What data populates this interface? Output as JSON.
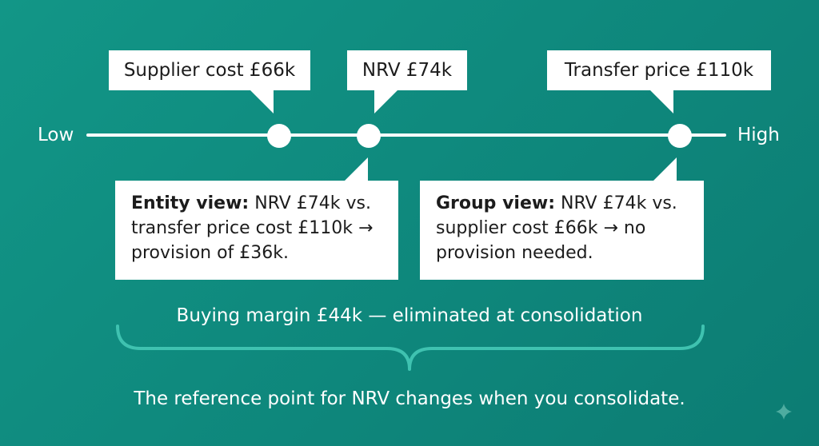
{
  "axis": {
    "low_label": "Low",
    "high_label": "High"
  },
  "top_callouts": {
    "supplier_cost": "Supplier cost £66k",
    "nrv": "NRV £74k",
    "transfer_price": "Transfer price £110k"
  },
  "entity_view": {
    "heading": "Entity view:",
    "body": " NRV £74k vs. transfer price cost £110k → provision of £36k."
  },
  "group_view": {
    "heading": "Group view:",
    "body": " NRV £74k vs. supplier cost £66k → no provision needed."
  },
  "margin": {
    "label": "Buying margin £44k — eliminated at consolidation"
  },
  "footer": {
    "text": "The reference point for NRV changes when you consolidate."
  },
  "colors": {
    "background": "#0f8a7e",
    "brace": "#3fc2b0",
    "callout": "#ffffff"
  }
}
